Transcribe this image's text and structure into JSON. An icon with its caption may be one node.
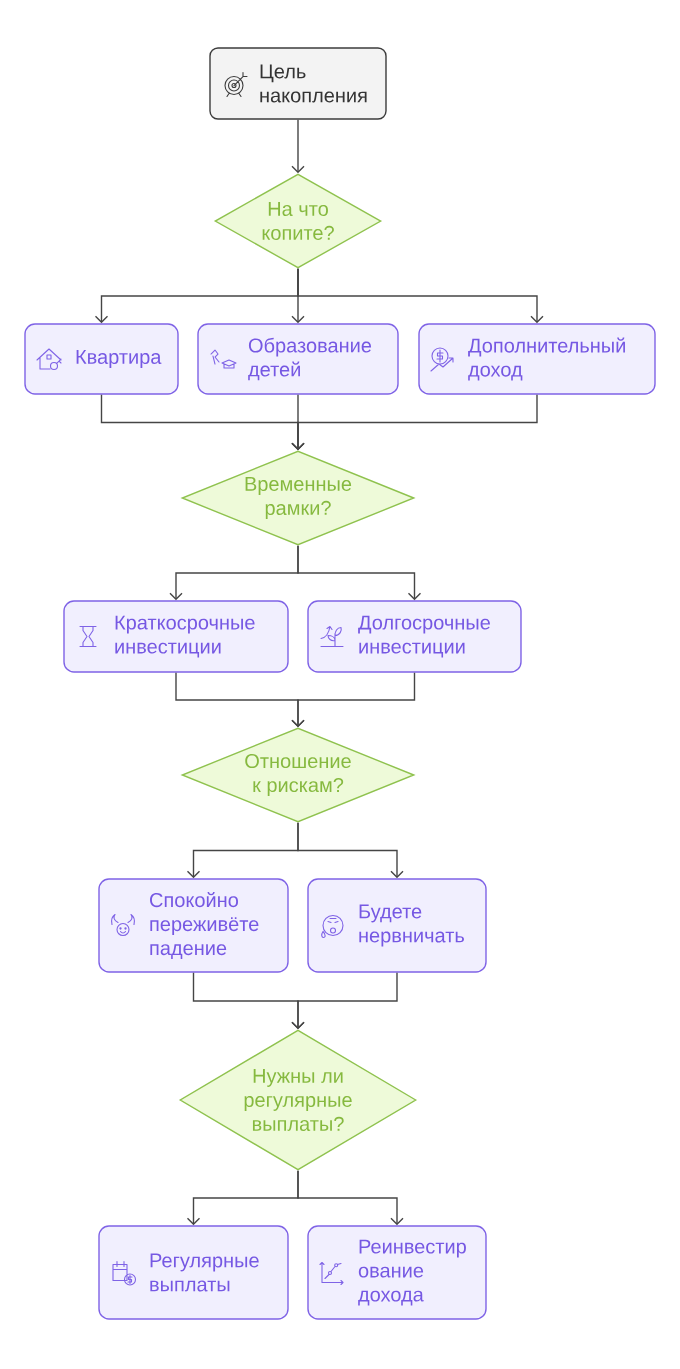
{
  "diagram": {
    "nodes": [
      {
        "text": [
          "Цель накопления"
        ]
      },
      {
        "text": [
          "На что копите?"
        ]
      },
      {
        "text": [
          "Квартира"
        ]
      },
      {
        "text": [
          "Образование детей"
        ]
      },
      {
        "text": [
          "Дополнительный доход"
        ]
      },
      {
        "text": [
          "Временные рамки?"
        ]
      },
      {
        "text": [
          "Краткосрочные инвестиции"
        ]
      },
      {
        "text": [
          "Долгосрочные инвестиции"
        ]
      },
      {
        "text": [
          "Отношение к рискам?"
        ]
      },
      {
        "text": [
          "Спокойно переживёте падение"
        ]
      },
      {
        "text": [
          "Будете нервничать"
        ]
      },
      {
        "text": [
          "Нужны ли регулярные выплаты?"
        ]
      },
      {
        "text": [
          "Регулярные выплаты"
        ]
      },
      {
        "text": [
          "Реинвестир ование дохода"
        ]
      }
    ],
    "edges": [
      {
        "from": 0,
        "to": 1,
        "arrow": "to"
      },
      {
        "from": 1,
        "to": 2,
        "arrow": "to"
      },
      {
        "from": 1,
        "to": 3,
        "arrow": "to"
      },
      {
        "from": 1,
        "to": 4,
        "arrow": "to"
      },
      {
        "from": 2,
        "to": 5,
        "arrow": "to"
      },
      {
        "from": 3,
        "to": 5,
        "arrow": "to"
      },
      {
        "from": 4,
        "to": 5,
        "arrow": "to"
      },
      {
        "from": 5,
        "to": 6,
        "arrow": "to"
      },
      {
        "from": 5,
        "to": 7,
        "arrow": "to"
      },
      {
        "from": 6,
        "to": 8,
        "arrow": "to"
      },
      {
        "from": 7,
        "to": 8,
        "arrow": "to"
      },
      {
        "from": 8,
        "to": 9,
        "arrow": "to"
      },
      {
        "from": 8,
        "to": 10,
        "arrow": "to"
      },
      {
        "from": 9,
        "to": 11,
        "arrow": "to"
      },
      {
        "from": 10,
        "to": 11,
        "arrow": "to"
      },
      {
        "from": 11,
        "to": 12,
        "arrow": "to"
      },
      {
        "from": 11,
        "to": 13,
        "arrow": "to"
      }
    ]
  }
}
